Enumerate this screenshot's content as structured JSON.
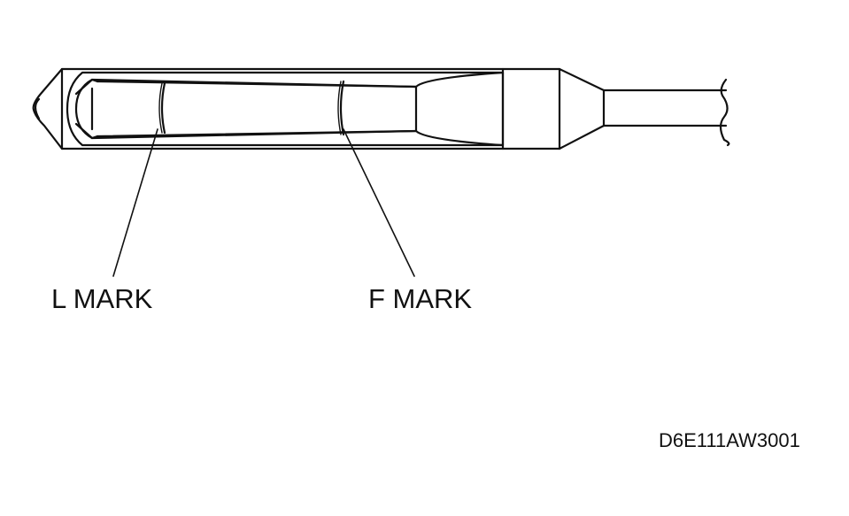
{
  "diagram": {
    "labels": {
      "l_mark": "L MARK",
      "f_mark": "F MARK"
    },
    "figure_code": "D6E111AW3001",
    "colors": {
      "line": "#111111",
      "background": "#ffffff"
    }
  }
}
